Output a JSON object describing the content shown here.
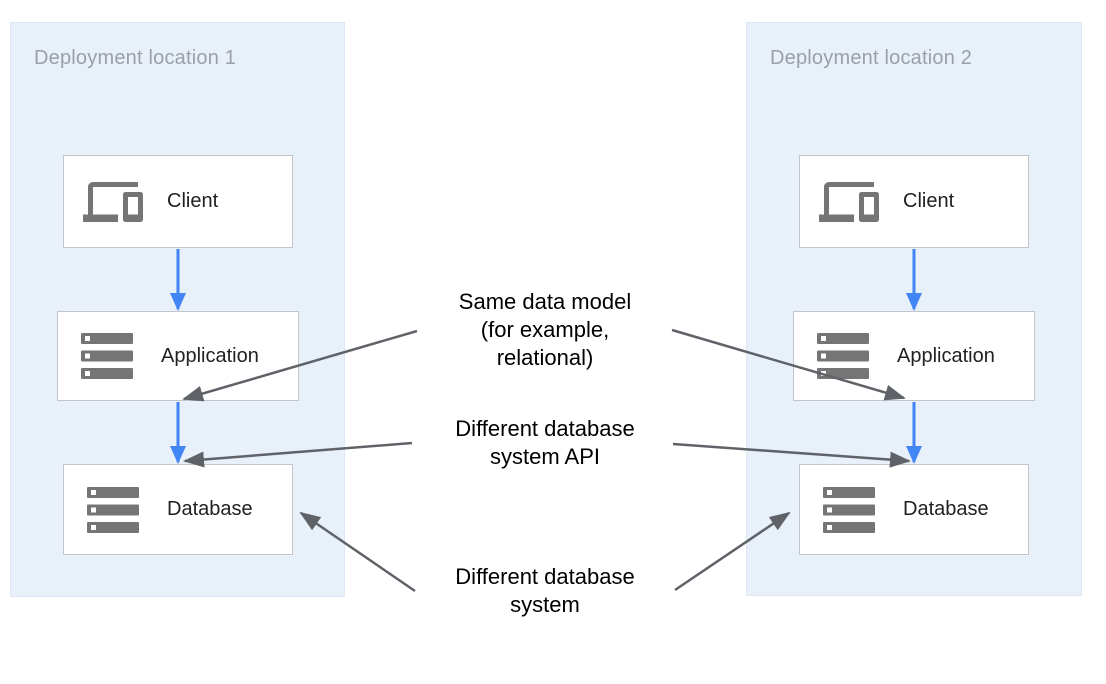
{
  "panels": [
    {
      "title": "Deployment location 1",
      "nodes": [
        {
          "id": "client-1",
          "label": "Client",
          "icon": "devices-icon"
        },
        {
          "id": "application-1",
          "label": "Application",
          "icon": "server-stack-icon"
        },
        {
          "id": "database-1",
          "label": "Database",
          "icon": "server-stack-icon"
        }
      ]
    },
    {
      "title": "Deployment location 2",
      "nodes": [
        {
          "id": "client-2",
          "label": "Client",
          "icon": "devices-icon"
        },
        {
          "id": "application-2",
          "label": "Application",
          "icon": "server-stack-icon"
        },
        {
          "id": "database-2",
          "label": "Database",
          "icon": "server-stack-icon"
        }
      ]
    }
  ],
  "annotations": [
    {
      "id": "same-data-model",
      "text": "Same data model (for example, relational)",
      "lines": [
        "Same data model",
        "(for example,",
        "relational)"
      ]
    },
    {
      "id": "different-database-system-api",
      "text": "Different database system API",
      "lines": [
        "Different database",
        "system API"
      ]
    },
    {
      "id": "different-database-system",
      "text": "Different database system",
      "lines": [
        "Different database",
        "system"
      ]
    }
  ],
  "connections": [
    {
      "from": "client-1",
      "to": "application-1",
      "type": "flow"
    },
    {
      "from": "application-1",
      "to": "database-1",
      "type": "flow"
    },
    {
      "from": "client-2",
      "to": "application-2",
      "type": "flow"
    },
    {
      "from": "application-2",
      "to": "database-2",
      "type": "flow"
    },
    {
      "from": "same-data-model",
      "to": "application-1",
      "type": "annotation"
    },
    {
      "from": "same-data-model",
      "to": "application-2",
      "type": "annotation"
    },
    {
      "from": "different-database-system-api",
      "to": "database-1",
      "type": "annotation"
    },
    {
      "from": "different-database-system-api",
      "to": "database-2",
      "type": "annotation"
    },
    {
      "from": "different-database-system",
      "to": "database-1",
      "type": "annotation"
    },
    {
      "from": "different-database-system",
      "to": "database-2",
      "type": "annotation"
    }
  ],
  "colors": {
    "panel_background": "#e8f0fa",
    "panel_title": "#9aa0a6",
    "node_border": "#c2c6ca",
    "node_label": "#212121",
    "icon_gray": "#757575",
    "flow_arrow_blue": "#4285f4",
    "annotation_arrow_gray": "#5f6368",
    "annotation_text": "#000000"
  }
}
